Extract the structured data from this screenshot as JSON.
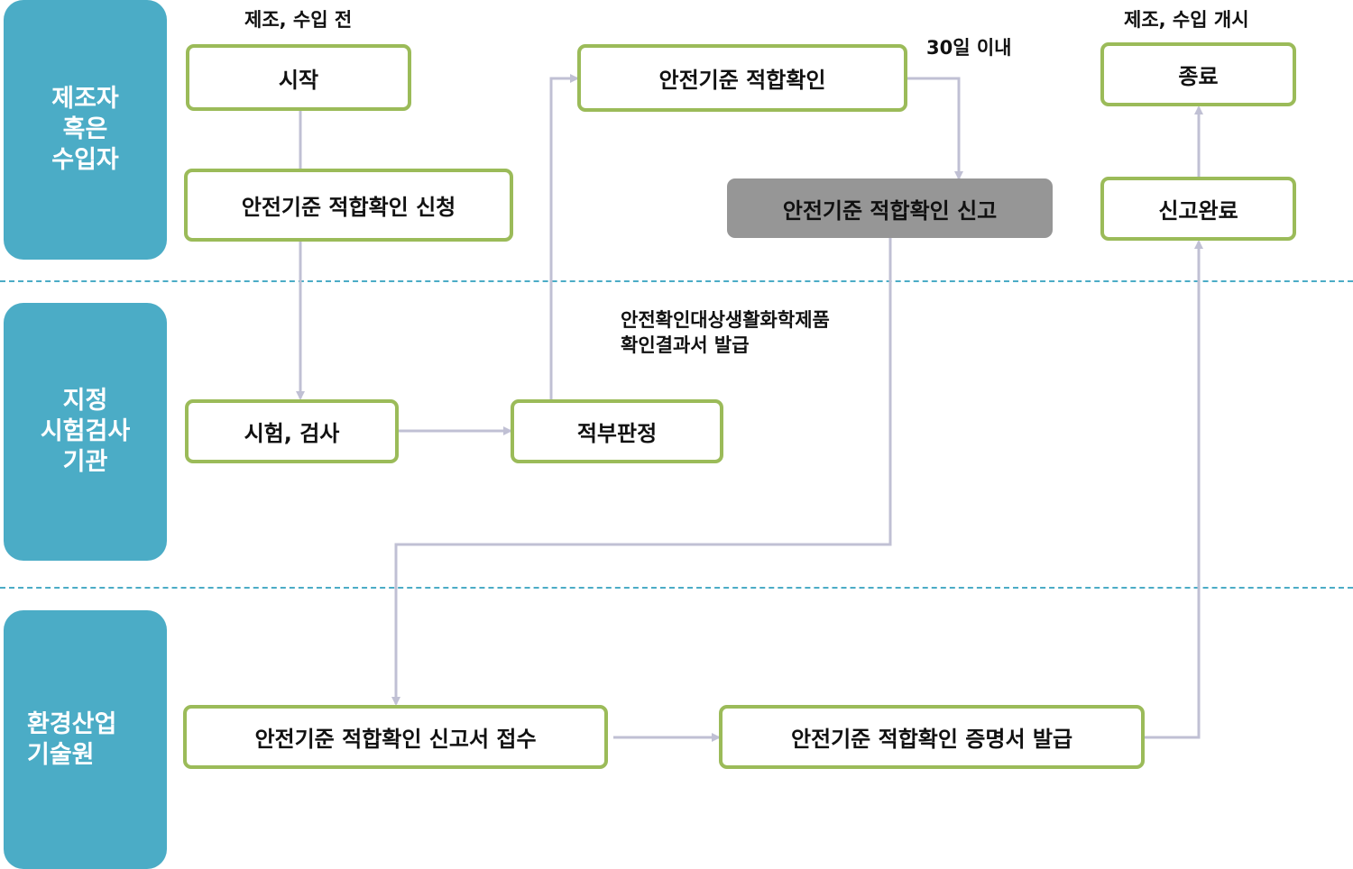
{
  "lanes": [
    {
      "id": "manufacturer",
      "label": "제조자\n혹은\n수입자"
    },
    {
      "id": "testing",
      "label": "지정\n시험검사\n기관"
    },
    {
      "id": "keiti",
      "label": "환경산업\n기술원"
    }
  ],
  "nodes": {
    "start": "시작",
    "apply": "안전기준 적합확인 신청",
    "test": "시험, 검사",
    "judge": "적부판정",
    "confirm": "안전기준 적합확인",
    "report": "안전기준 적합확인 신고",
    "end": "종료",
    "report_done": "신고완료",
    "receipt": "안전기준 적합확인 신고서 접수",
    "certificate": "안전기준 적합확인 증명서 발급"
  },
  "annotations": {
    "before": "제조, 수입 전",
    "within30": "30일 이내",
    "start_business": "제조, 수입 개시",
    "result_issue": "안전확인대상생활화학제품\n확인결과서 발급"
  },
  "colors": {
    "lane": "#4bacc6",
    "node_border": "#9bbb59",
    "highlight_node": "#969696",
    "connector": "#c0c0d4"
  }
}
